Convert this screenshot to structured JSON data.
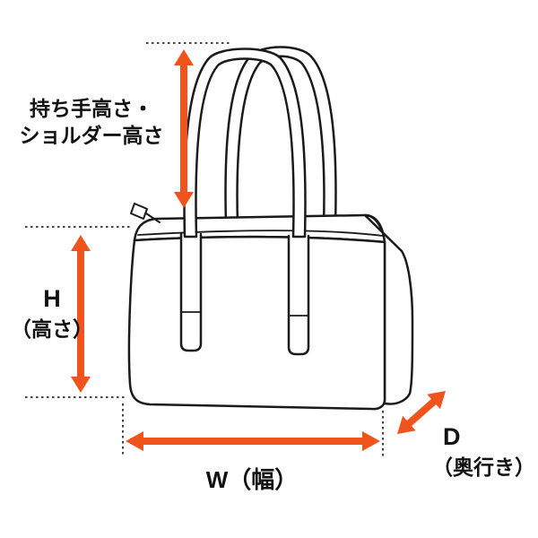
{
  "diagram": {
    "subject": "bag-dimensions-diagram",
    "accent_color": "#F0541C",
    "line_color": "#1a1a1a",
    "labels": {
      "handle_height_line1": "持ち手高さ・",
      "handle_height_line2": "ショルダー高さ",
      "height_line1": "H",
      "height_line2": "（高さ）",
      "width": "W（幅）",
      "depth_line1": "D",
      "depth_line2": "（奥行き）"
    }
  }
}
